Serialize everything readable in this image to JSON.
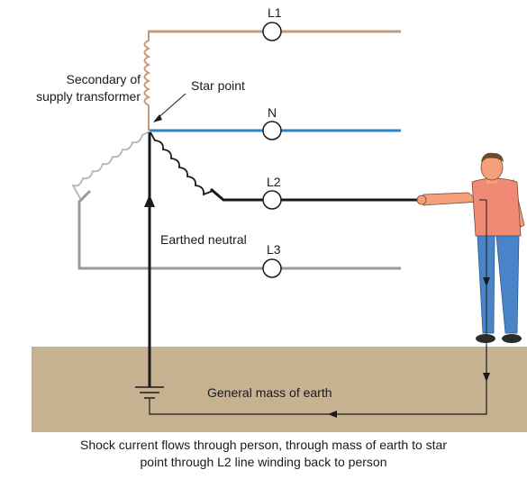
{
  "labels": {
    "l1": "L1",
    "n": "N",
    "l2": "L2",
    "l3": "L3",
    "secondary_line1": "Secondary of",
    "secondary_line2": "supply transformer",
    "star_point": "Star point",
    "earthed_neutral": "Earthed neutral",
    "earth_mass": "General mass of earth"
  },
  "caption": {
    "line1": "Shock current flows through person, through mass of earth to star",
    "line2": "point through L2 line winding back to person"
  },
  "colors": {
    "l1": "#c49a7c",
    "neutral": "#2f86c6",
    "l2": "#1a1a1a",
    "l3": "#9a9a9a",
    "earth": "#c6b190",
    "fault_path": "#1a1a1a"
  },
  "icons": {
    "earth": "earth-ground-icon",
    "lamp": "indicator-lamp-icon",
    "person": "person-figure"
  }
}
